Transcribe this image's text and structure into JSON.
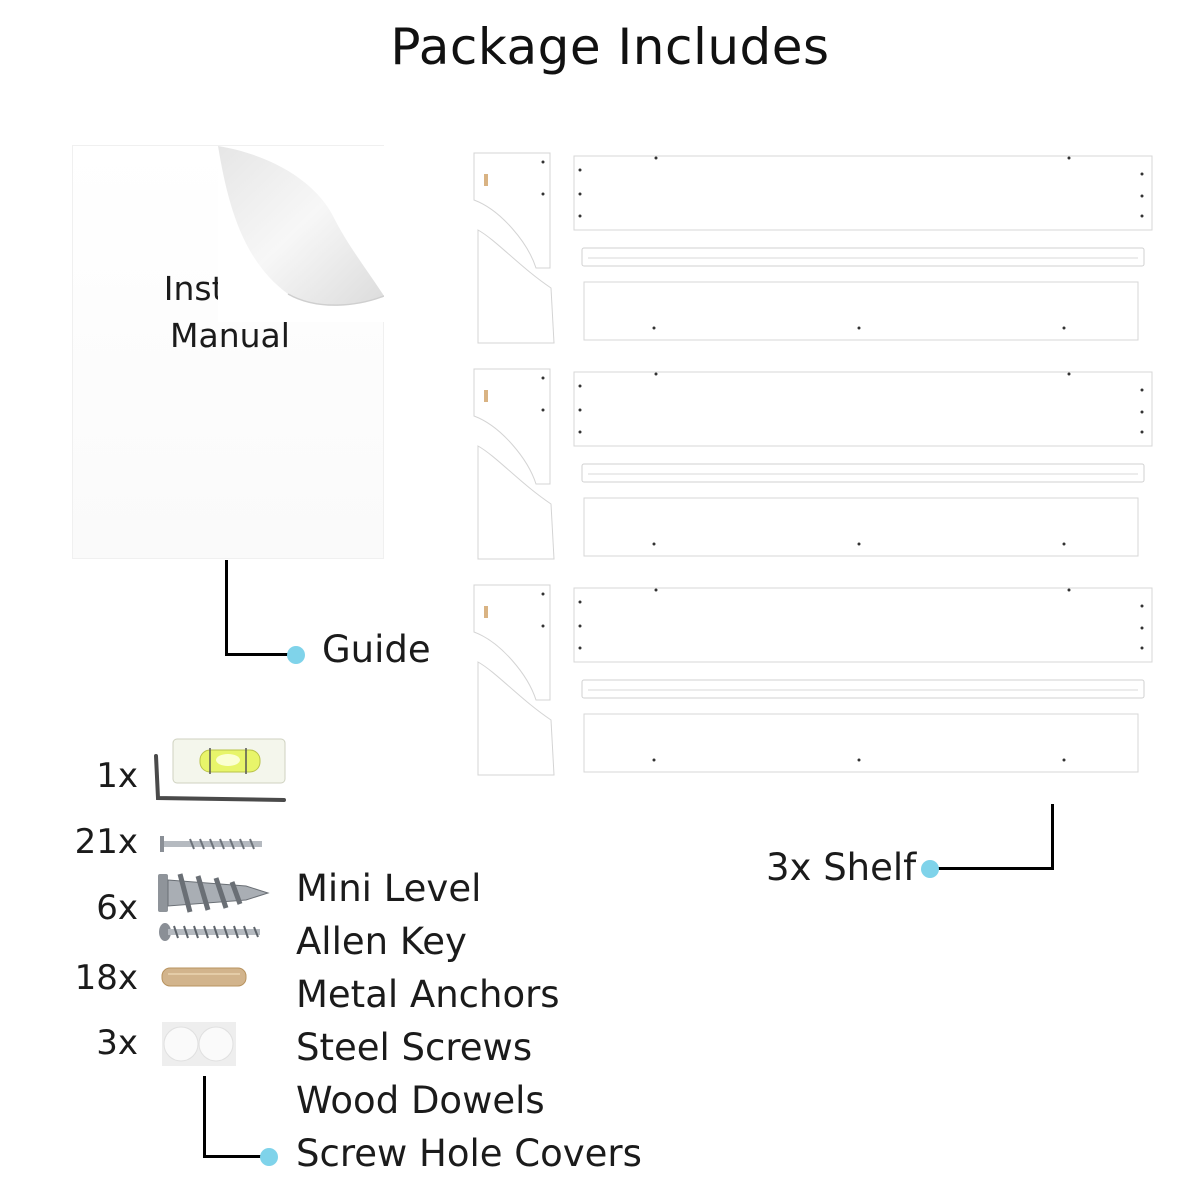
{
  "title": "Package Includes",
  "manual": {
    "line1": "Installat",
    "line2": "Manual"
  },
  "guide_label": "Guide",
  "shelf_label": "3x Shelf",
  "quantities": [
    "1x",
    "21x",
    "6x",
    "18x",
    "3x"
  ],
  "hardware": [
    "Mini Level",
    "Allen Key",
    "Metal Anchors",
    "Steel Screws",
    "Wood Dowels",
    "Screw Hole Covers"
  ],
  "colors": {
    "accent_dot": "#7fd3ea",
    "line": "#000000",
    "dowel": "#d2b48c",
    "level_liquid": "#e8f56a"
  }
}
